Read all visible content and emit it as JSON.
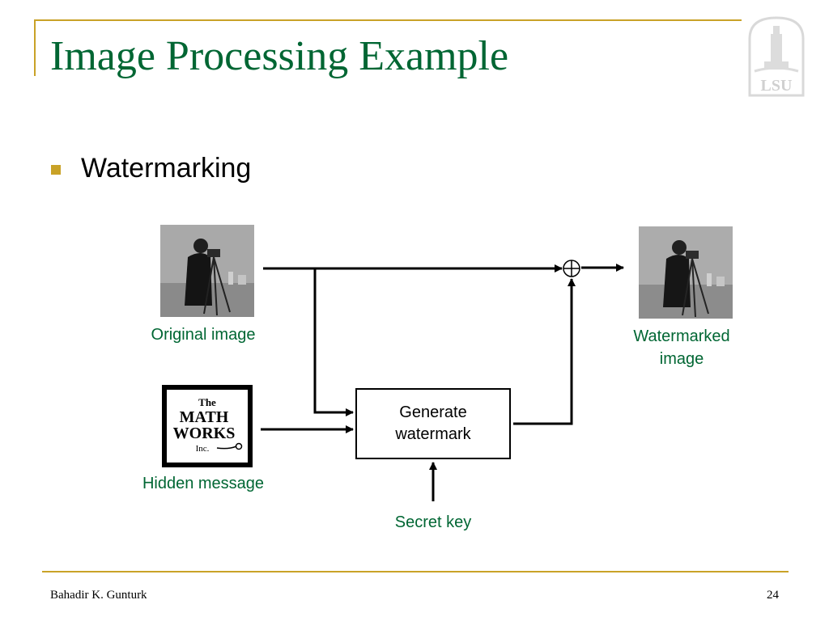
{
  "slide": {
    "title": "Image Processing Example",
    "bullet": "Watermarking",
    "footer_author": "Bahadir K. Gunturk",
    "page_number": "24"
  },
  "logo": {
    "text": "LSU",
    "icon": "lsu-tower-logo-icon"
  },
  "diagram": {
    "original_image_label": "Original image",
    "hidden_message_label": "Hidden message",
    "watermarked_image_label_line1": "Watermarked",
    "watermarked_image_label_line2": "image",
    "generate_box_label": "Generate\nwatermark",
    "secret_key_label": "Secret key",
    "combine_operator": "⊕",
    "hidden_message_logo": {
      "line1": "The",
      "line2": "MATH",
      "line3": "WORKS",
      "line4": "Inc."
    }
  },
  "colors": {
    "accent": "#c9a227",
    "title": "#006633",
    "caption": "#006633"
  }
}
